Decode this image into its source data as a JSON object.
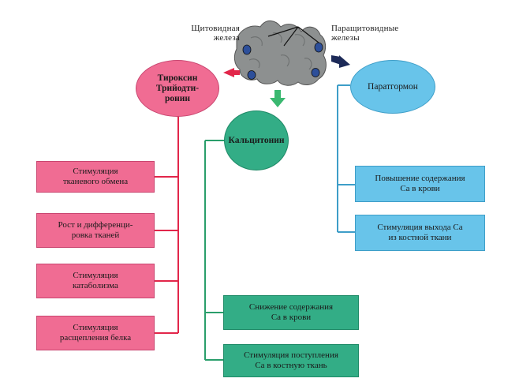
{
  "labels": {
    "thyroid": "Щитовидная\nжелеза",
    "parathyroid": "Паращитовидные\nжелезы"
  },
  "nodes": {
    "thyroxine": "Тироксин\nТрийодти-\nронин",
    "calcitonin": "Кальцитонин",
    "parathormone": "Паратгормон"
  },
  "thyroxine_effects": [
    "Стимуляция\nтканевого обмена",
    "Рост и дифференци-\nровка тканей",
    "Стимуляция\nкатаболизма",
    "Стимуляция\nрасщепления белка"
  ],
  "calcitonin_effects": [
    "Снижение содержания\nСа в крови",
    "Стимуляция поступления\nСа в костную ткань"
  ],
  "parathormone_effects": [
    "Повышение содержания\nСа в крови",
    "Стимуляция выхода Са\nиз костной ткани"
  ],
  "colors": {
    "pink": "#f06c93",
    "green": "#33ad86",
    "blue": "#68c4ea",
    "gland": "#8d9090",
    "gland_nodule": "#2d4f9a"
  }
}
